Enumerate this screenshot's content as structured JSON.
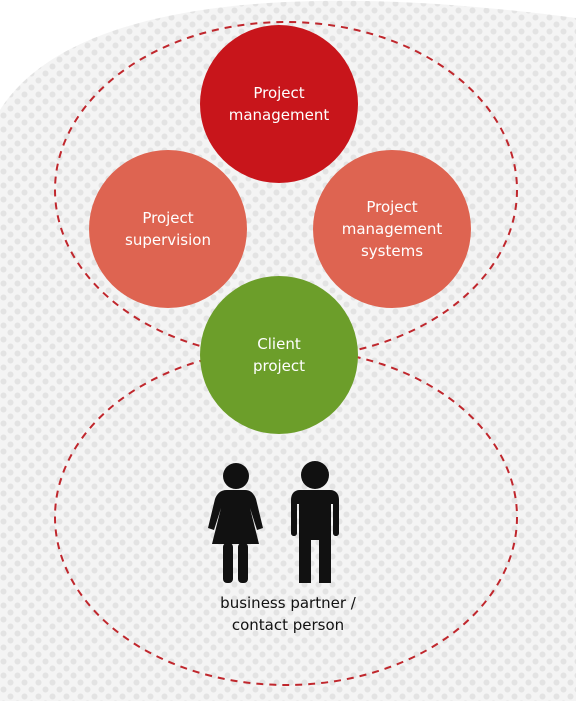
{
  "diagram": {
    "colors": {
      "background": "#ffffff",
      "pattern_bg": "#f4f4f4",
      "pattern_dot": "#e3e3e3",
      "dashed_outline": "#c0272d",
      "project_management": "#c8151b",
      "project_supervision": "#de6451",
      "project_management_systems": "#de6451",
      "client_project": "#6c9e2a",
      "person_icon": "#111111"
    },
    "nodes": {
      "project_management": "Project\nmanagement",
      "project_supervision": "Project\nsupervision",
      "project_management_systems": "Project\nmanagement\nsystems",
      "client_project": "Client\nproject"
    },
    "icons": {
      "female": "female-person-icon",
      "male": "male-person-icon"
    },
    "caption": "business partner /\ncontact person"
  }
}
